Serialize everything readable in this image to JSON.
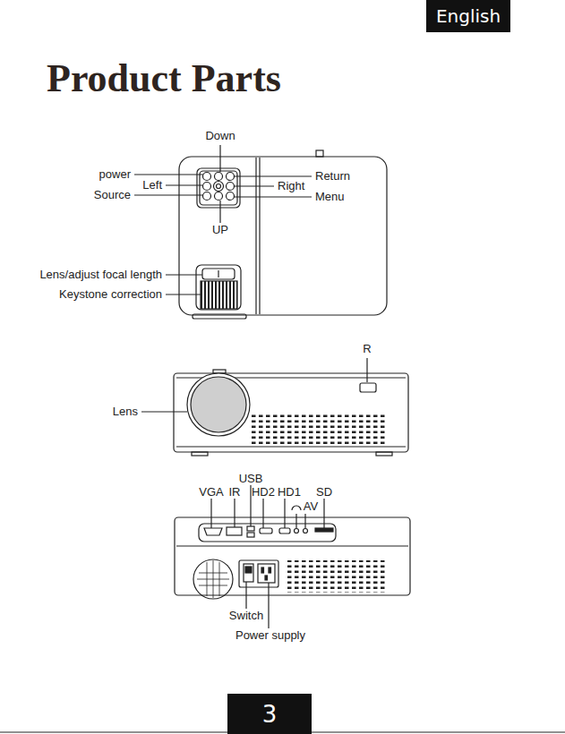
{
  "diagram": {
    "title": "Product Parts",
    "nodes": [
      {
        "text": [
          "English"
        ]
      },
      {
        "text": [
          "3"
        ]
      }
    ],
    "labels": [
      "Down",
      "power",
      "Left",
      "Source",
      "Return",
      "Right",
      "Menu",
      "UP",
      "Lens/adjust focal length",
      "Keystone correction",
      "R",
      "Lens",
      "USB",
      "VGA",
      "IR",
      "HD2",
      "HD1",
      "SD",
      "AV",
      "Switch",
      "Power supply"
    ]
  }
}
